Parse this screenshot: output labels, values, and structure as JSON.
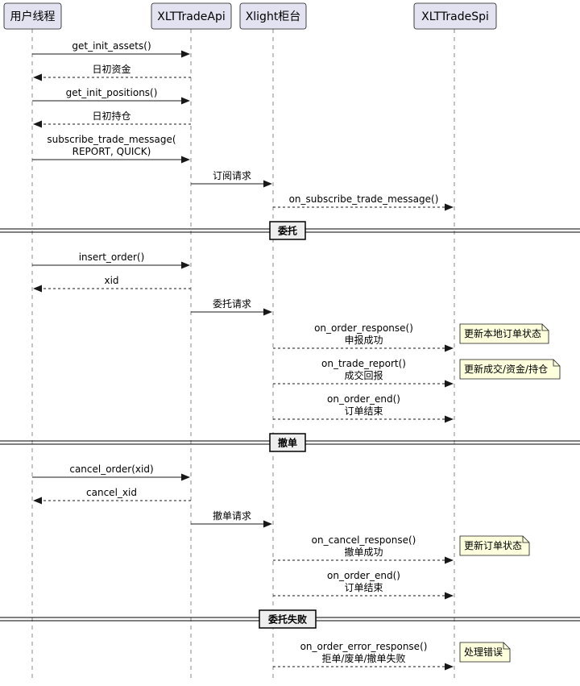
{
  "participants": [
    {
      "id": "user",
      "label": "用户线程"
    },
    {
      "id": "api",
      "label": "XLTTradeApi"
    },
    {
      "id": "counter",
      "label": "Xlight柜台"
    },
    {
      "id": "spi",
      "label": "XLTTradeSpi"
    }
  ],
  "colors": {
    "participant_fill": "#E2E2F0",
    "divider_fill": "#EEEEEE",
    "note_fill": "#FEFFDD",
    "line": "#181818"
  },
  "events": [
    {
      "type": "msg",
      "from": "user",
      "to": "api",
      "lines": [
        "get_init_assets()"
      ],
      "dashed": false
    },
    {
      "type": "msg",
      "from": "api",
      "to": "user",
      "lines": [
        "日初资金"
      ],
      "dashed": true
    },
    {
      "type": "msg",
      "from": "user",
      "to": "api",
      "lines": [
        "get_init_positions()"
      ],
      "dashed": false
    },
    {
      "type": "msg",
      "from": "api",
      "to": "user",
      "lines": [
        "日初持仓"
      ],
      "dashed": true
    },
    {
      "type": "msg",
      "from": "user",
      "to": "api",
      "lines": [
        "subscribe_trade_message(",
        "REPORT, QUICK)"
      ],
      "dashed": false
    },
    {
      "type": "msg",
      "from": "api",
      "to": "counter",
      "lines": [
        "订阅请求"
      ],
      "dashed": false
    },
    {
      "type": "msg",
      "from": "counter",
      "to": "spi",
      "lines": [
        "on_subscribe_trade_message()"
      ],
      "dashed": true
    },
    {
      "type": "divider",
      "label": "委托"
    },
    {
      "type": "msg",
      "from": "user",
      "to": "api",
      "lines": [
        "insert_order()"
      ],
      "dashed": false
    },
    {
      "type": "msg",
      "from": "api",
      "to": "user",
      "lines": [
        "xid"
      ],
      "dashed": true
    },
    {
      "type": "msg",
      "from": "api",
      "to": "counter",
      "lines": [
        "委托请求"
      ],
      "dashed": false
    },
    {
      "type": "msg",
      "from": "counter",
      "to": "spi",
      "lines": [
        "on_order_response()",
        "申报成功"
      ],
      "dashed": true,
      "note": "更新本地订单状态"
    },
    {
      "type": "msg",
      "from": "counter",
      "to": "spi",
      "lines": [
        "on_trade_report()",
        "成交回报"
      ],
      "dashed": true,
      "note": "更新成交/资金/持仓"
    },
    {
      "type": "msg",
      "from": "counter",
      "to": "spi",
      "lines": [
        "on_order_end()",
        "订单结束"
      ],
      "dashed": true
    },
    {
      "type": "divider",
      "label": "撤单"
    },
    {
      "type": "msg",
      "from": "user",
      "to": "api",
      "lines": [
        "cancel_order(xid)"
      ],
      "dashed": false
    },
    {
      "type": "msg",
      "from": "api",
      "to": "user",
      "lines": [
        "cancel_xid"
      ],
      "dashed": true
    },
    {
      "type": "msg",
      "from": "api",
      "to": "counter",
      "lines": [
        "撤单请求"
      ],
      "dashed": false
    },
    {
      "type": "msg",
      "from": "counter",
      "to": "spi",
      "lines": [
        "on_cancel_response()",
        "撤单成功"
      ],
      "dashed": true,
      "note": "更新订单状态"
    },
    {
      "type": "msg",
      "from": "counter",
      "to": "spi",
      "lines": [
        "on_order_end()",
        "订单结束"
      ],
      "dashed": true
    },
    {
      "type": "divider",
      "label": "委托失败"
    },
    {
      "type": "msg",
      "from": "counter",
      "to": "spi",
      "lines": [
        "on_order_error_response()",
        "拒单/废单/撤单失败"
      ],
      "dashed": true,
      "note": "处理错误"
    }
  ]
}
